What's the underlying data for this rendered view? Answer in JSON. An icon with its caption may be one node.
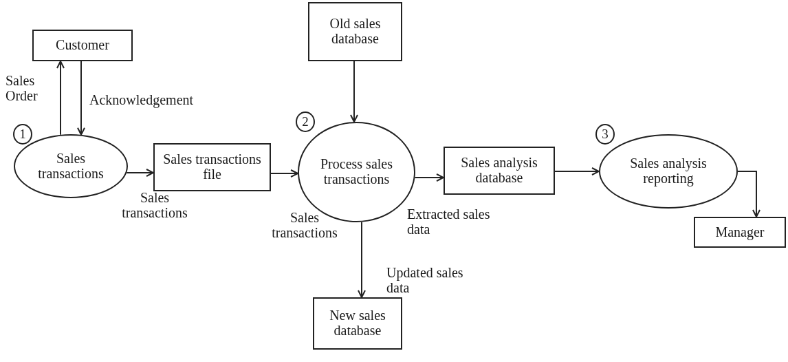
{
  "diagram": {
    "nodes": [
      {
        "text": [
          "Customer"
        ]
      },
      {
        "text": [
          "Sales transactions"
        ]
      },
      {
        "text": [
          "Sales transactions file"
        ]
      },
      {
        "text": [
          "Process sales transactions"
        ]
      },
      {
        "text": [
          "Old sales database"
        ]
      },
      {
        "text": [
          "Sales analysis database"
        ]
      },
      {
        "text": [
          "Sales analysis reporting"
        ]
      },
      {
        "text": [
          "Manager"
        ]
      },
      {
        "text": [
          "New sales database"
        ]
      }
    ],
    "edges": [
      {
        "from": 1,
        "to": 0,
        "arrow": "to",
        "label": "Sales Order"
      },
      {
        "from": 0,
        "to": 1,
        "arrow": "to",
        "label": "Acknowledgement"
      },
      {
        "from": 1,
        "to": 2,
        "arrow": "to",
        "label": "Sales transactions"
      },
      {
        "from": 2,
        "to": 3,
        "arrow": "to",
        "label": "Sales transactions"
      },
      {
        "from": 4,
        "to": 3,
        "arrow": "to"
      },
      {
        "from": 3,
        "to": 5,
        "arrow": "to",
        "label": "Extracted sales data"
      },
      {
        "from": 5,
        "to": 6,
        "arrow": "to"
      },
      {
        "from": 6,
        "to": 7,
        "arrow": "to"
      },
      {
        "from": 3,
        "to": 8,
        "arrow": "to",
        "label": "Updated sales data"
      }
    ],
    "labels": [
      "1",
      "2",
      "3"
    ]
  }
}
